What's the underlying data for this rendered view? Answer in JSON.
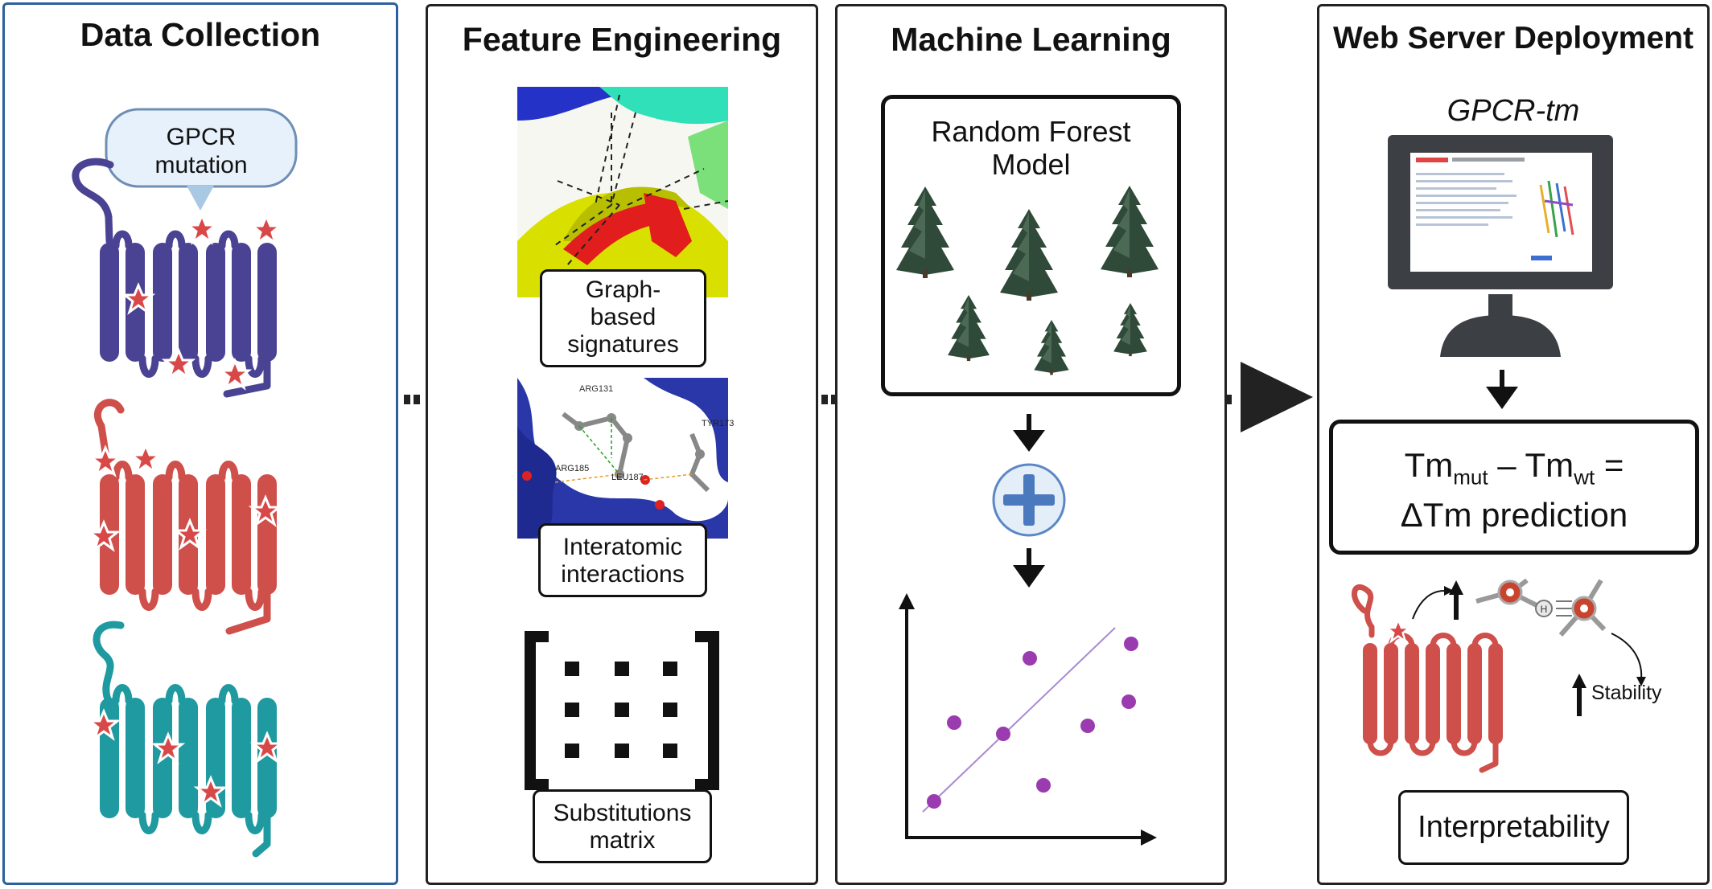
{
  "panels": {
    "data_collection": {
      "title": "Data Collection",
      "callout": [
        "GPCR",
        "mutation"
      ]
    },
    "feature_engineering": {
      "title": "Feature Engineering",
      "graph_label": [
        "Graph-",
        "based",
        "signatures"
      ],
      "interatomic_label": [
        "Interatomic",
        "interactions"
      ],
      "residue_labels": [
        "ARG131",
        "LEU187",
        "ARG185",
        "TYR173"
      ],
      "matrix_label": [
        "Substitutions",
        "matrix"
      ]
    },
    "machine_learning": {
      "title": "Machine Learning",
      "model_label": [
        "Random Forest",
        "Model"
      ]
    },
    "web_server": {
      "title": "Web Server Deployment",
      "tool_name": "GPCR-tm",
      "formula": {
        "tm": "Tm",
        "mut": "mut",
        "minus": " – ",
        "wt": "wt",
        "equals": " =",
        "line2": "ΔTm prediction"
      },
      "stability": "Stability",
      "atom_h": "H",
      "interpretability": "Interpretability"
    }
  },
  "colors": {
    "gpcr_purple": "#4a4293",
    "gpcr_red": "#cf4f4b",
    "gpcr_teal": "#1e9aa0",
    "star": "#d94848",
    "scatter": "#9b3bb0",
    "data_panel_border": "#2b5f9e"
  },
  "icons": [
    "tree-icon",
    "plus-icon",
    "monitor-icon",
    "star-icon",
    "arrow-down-icon",
    "arrow-right-icon"
  ]
}
